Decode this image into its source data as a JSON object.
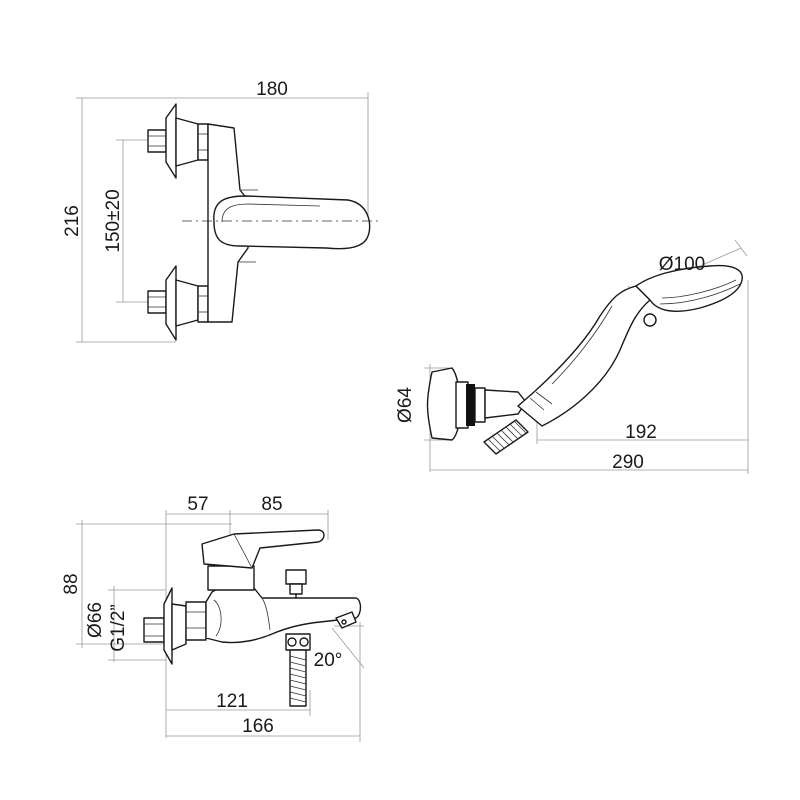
{
  "front_view": {
    "width_label": "180",
    "height_label": "216",
    "centers_label": "150±20"
  },
  "hand_shower": {
    "head_diameter_label": "Ø100",
    "holder_diameter_label": "Ø64",
    "holder_offset_label": "192",
    "overall_length_label": "290"
  },
  "side_view": {
    "top_left_label": "57",
    "top_right_label": "85",
    "height_label": "88",
    "flange_diameter_label": "Ø66",
    "thread_label": "G1/2”",
    "angle_label": "20°",
    "outlet_label": "121",
    "overall_depth_label": "166"
  }
}
